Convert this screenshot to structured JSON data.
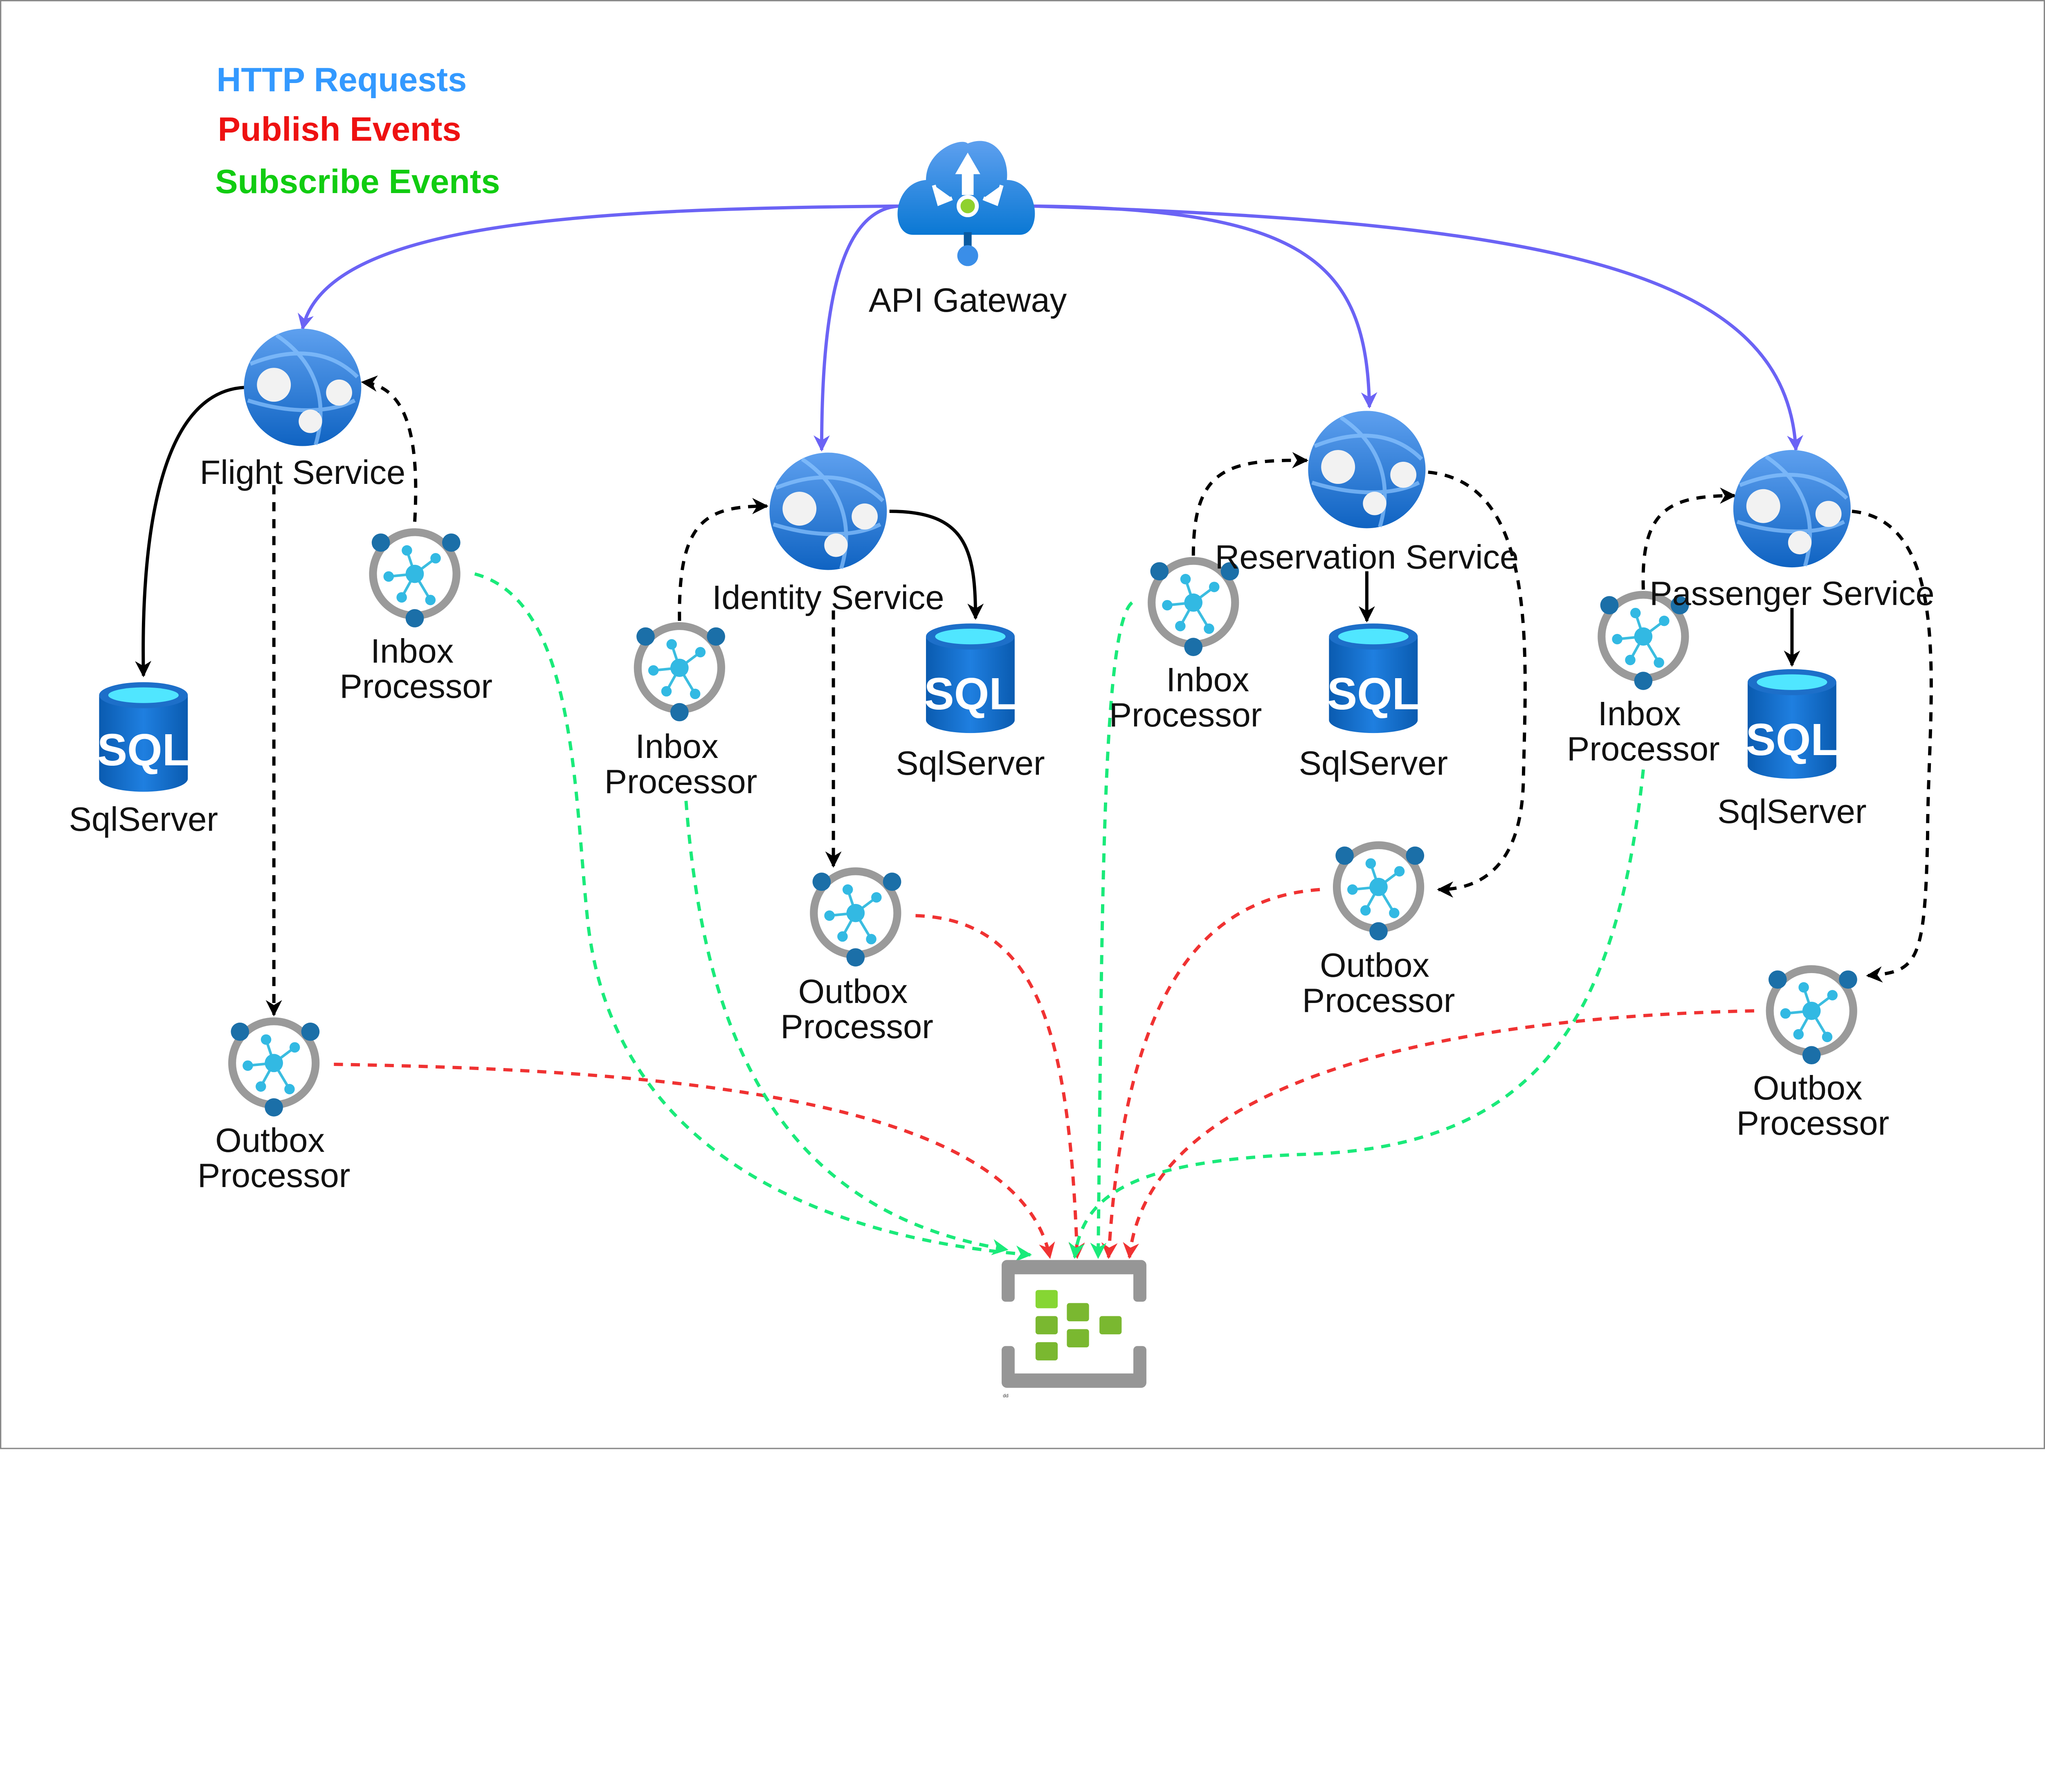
{
  "legend": {
    "http": "HTTP Requests",
    "publish": "Publish Events",
    "subscribe": "Subscribe Events"
  },
  "colors": {
    "http": "#6b63f5",
    "http_legend": "#3399ff",
    "publish": "#f03232",
    "subscribe": "#1aea7a",
    "subscribe_legend": "#11cc11",
    "sync": "#000000"
  },
  "gateway": {
    "label": "API Gateway",
    "icon": "api-gateway-cloud-icon"
  },
  "services": {
    "flight": {
      "label": "Flight Service",
      "db": "SqlServer",
      "inbox": [
        "Inbox",
        "Processor"
      ],
      "outbox": [
        "Outbox",
        "Processor"
      ]
    },
    "identity": {
      "label": "Identity Service",
      "db": "SqlServer",
      "inbox": [
        "Inbox",
        "Processor"
      ],
      "outbox": [
        "Outbox",
        "Processor"
      ]
    },
    "reservation": {
      "label": "Reservation Service",
      "db": "SqlServer",
      "inbox": [
        "Inbox",
        "Processor"
      ],
      "outbox": [
        "Outbox",
        "Processor"
      ]
    },
    "passenger": {
      "label": "Passenger Service",
      "db": "SqlServer",
      "inbox": [
        "Inbox",
        "Processor"
      ],
      "outbox": [
        "Outbox",
        "Processor"
      ]
    }
  },
  "sql_text": "SQL",
  "event_bus": {
    "caption": "dd",
    "icon": "event-bus-icon"
  }
}
